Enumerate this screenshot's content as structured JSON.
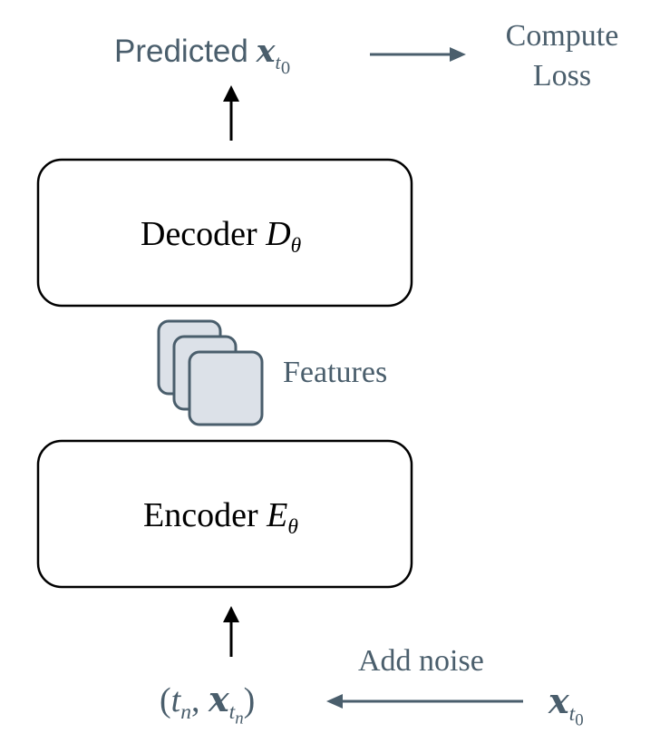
{
  "predicted": {
    "word": "Predicted",
    "var": "x",
    "sub": "t",
    "subsub": "0"
  },
  "compute_loss": {
    "line1": "Compute",
    "line2": "Loss"
  },
  "decoder": {
    "word": "Decoder",
    "sym": "D",
    "sub": "θ"
  },
  "features": {
    "label": "Features"
  },
  "encoder": {
    "word": "Encoder",
    "sym": "E",
    "sub": "θ"
  },
  "add_noise": {
    "label": "Add noise"
  },
  "input_tuple": {
    "open": "(",
    "t": "t",
    "t_sub": "n",
    "comma": ",",
    "x": "x",
    "x_sub": "t",
    "x_subsub": "n",
    "close": ")"
  },
  "clean_input": {
    "var": "x",
    "sub": "t",
    "subsub": "0"
  },
  "colors": {
    "text_accent": "#4a5e6c",
    "feature_fill": "#dce1e8",
    "feature_stroke": "#4a5e6c",
    "box_stroke": "#000000",
    "arrow": "#4a5e6c"
  }
}
